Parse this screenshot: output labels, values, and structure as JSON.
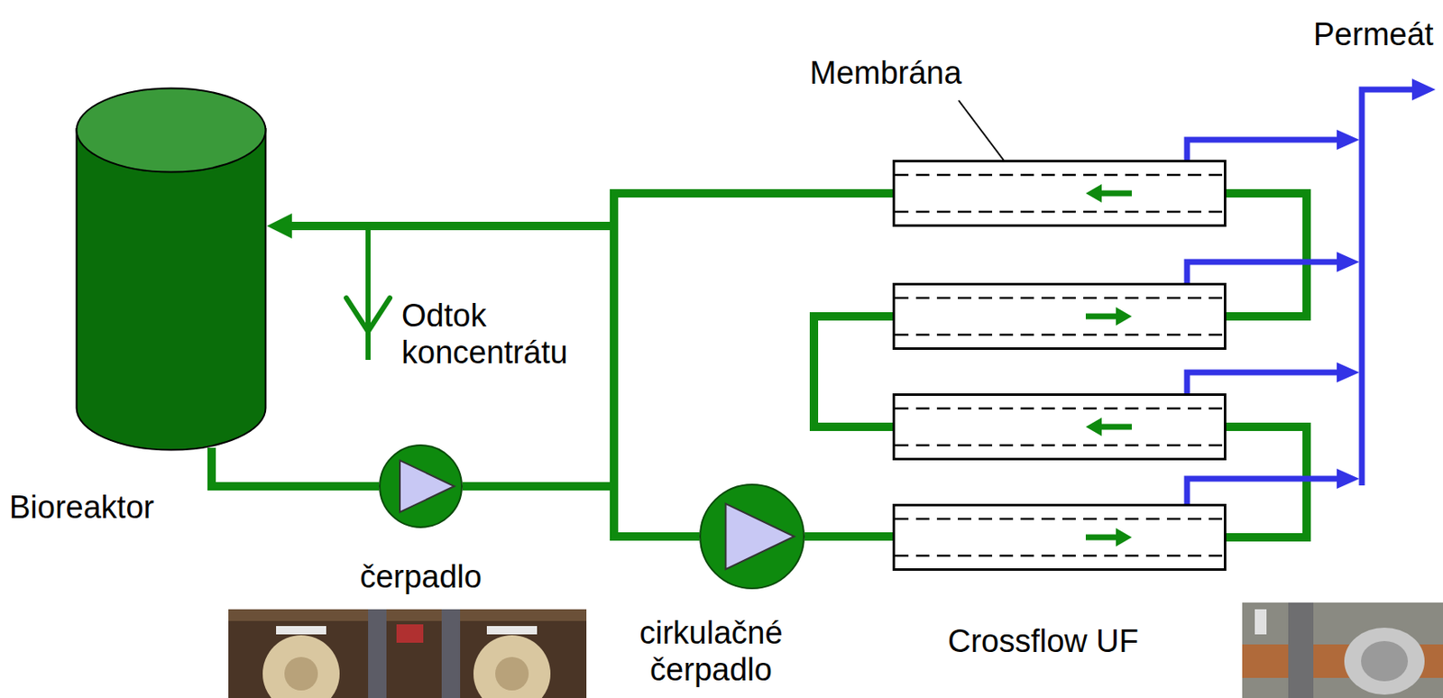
{
  "diagram": {
    "nodes": [
      {
        "text": [
          "Bioreaktor"
        ]
      },
      {
        "text": [
          "čerpadlo"
        ]
      },
      {
        "text": [
          "cirkulačné čerpadlo"
        ]
      },
      {
        "text": [
          "Crossflow UF"
        ]
      }
    ],
    "edges": [
      {
        "from": 0,
        "to": 1,
        "arrow": "none"
      },
      {
        "from": 1,
        "to": 2,
        "arrow": "none"
      },
      {
        "from": 2,
        "to": 3,
        "arrow": "none"
      },
      {
        "from": 3,
        "to": 0,
        "arrow": "to"
      },
      {
        "from": 3,
        "to": 2,
        "arrow": "none"
      }
    ],
    "labels": [
      "Membrána",
      "Permeát",
      "Odtok koncentrátu"
    ]
  }
}
